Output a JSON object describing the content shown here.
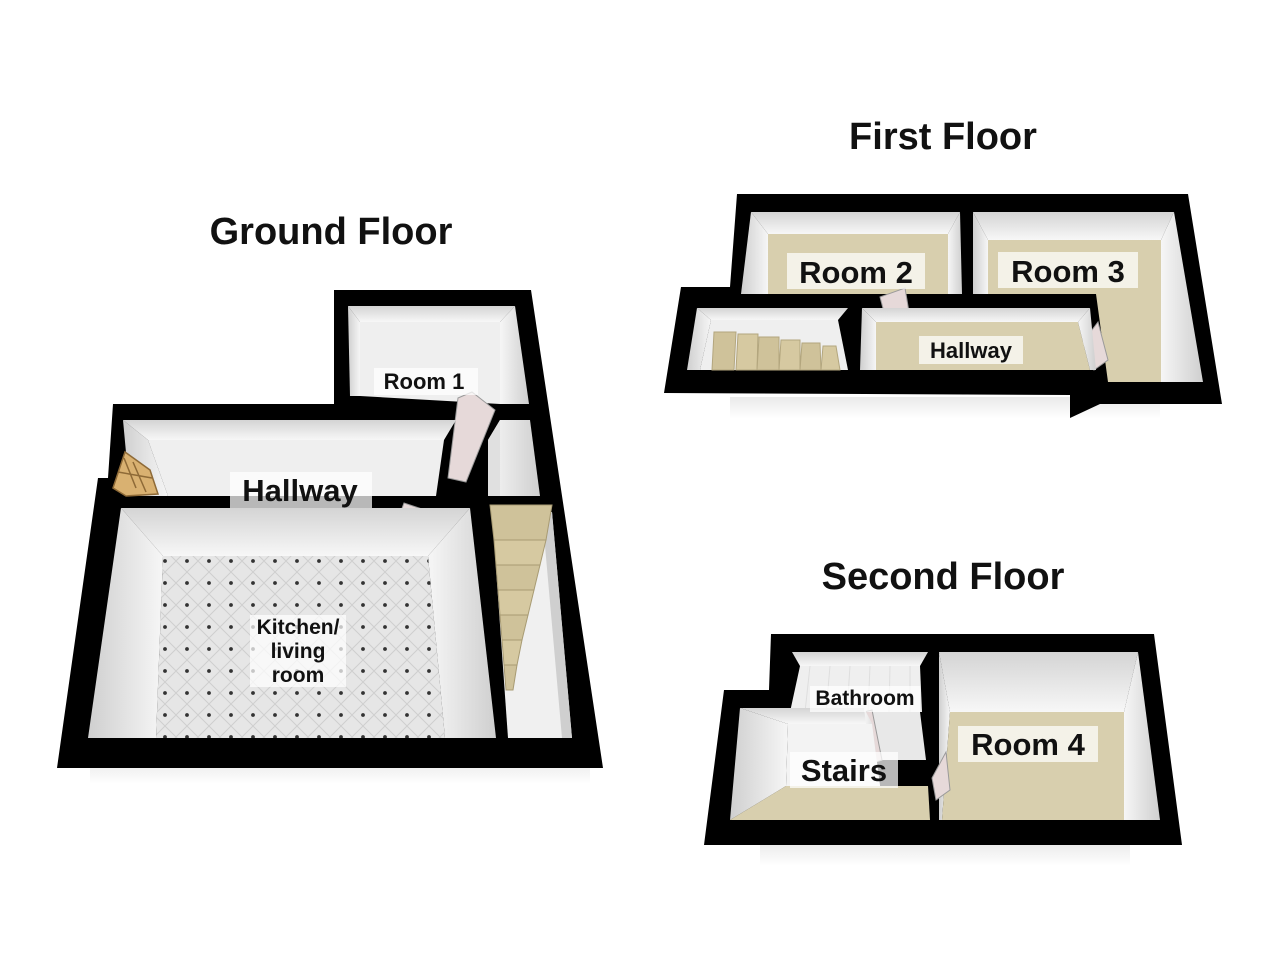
{
  "floors": {
    "ground": {
      "title": "Ground Floor",
      "rooms": {
        "room1": "Room 1",
        "hallway": "Hallway",
        "kitchen_line1": "Kitchen/",
        "kitchen_line2": "living",
        "kitchen_line3": "room"
      }
    },
    "first": {
      "title": "First Floor",
      "rooms": {
        "room2": "Room 2",
        "room3": "Room 3",
        "hallway": "Hallway"
      }
    },
    "second": {
      "title": "Second Floor",
      "rooms": {
        "bathroom": "Bathroom",
        "stairs": "Stairs",
        "room4": "Room 4"
      }
    }
  },
  "colors": {
    "wall": "#000000",
    "floor_beige": "#d8cfae",
    "stair_tread": "#cfc29a",
    "tile_floor": "#e4e4e4",
    "wall_face": "#f2f2f2",
    "door": "#e6d9d9"
  }
}
